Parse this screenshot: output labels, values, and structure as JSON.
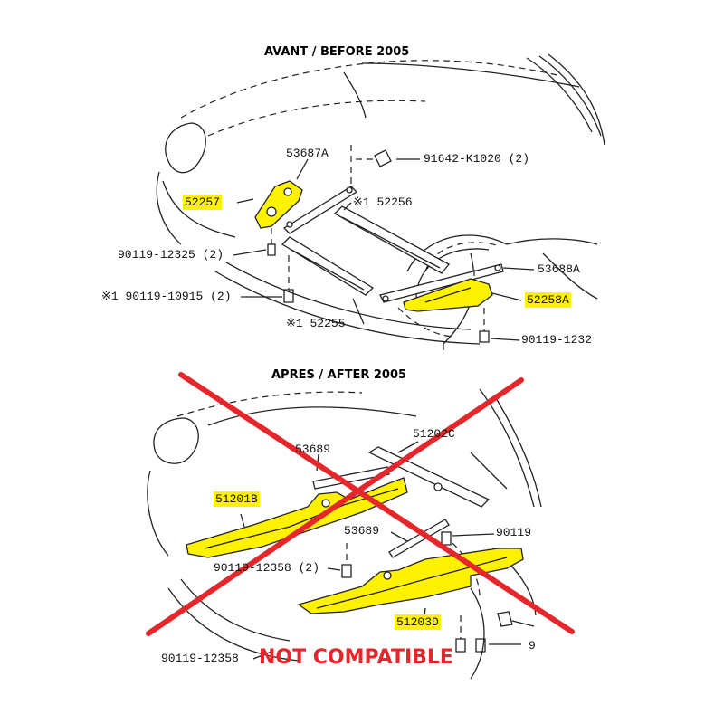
{
  "diagram_top": {
    "heading": "AVANT / BEFORE 2005",
    "labels": {
      "p53687a": "53687A",
      "p91642": "91642-K1020 (2)",
      "p52257": "52257",
      "p52256": "※1 52256",
      "p90119_12325": "90119-12325 (2)",
      "p90119_10915": "※1 90119-10915 (2)",
      "p53688a": "53688A",
      "p52258a": "52258A",
      "p152255": "※1 52255",
      "p90119_1232": "90119-1232"
    }
  },
  "diagram_bottom": {
    "heading": "APRES / AFTER 2005",
    "labels": {
      "p51202c": "51202C",
      "p53689a": "53689",
      "p51201b": "51201B",
      "p53689b": "53689",
      "p90119r": "90119",
      "p90119_12358_2": "90119-12358 (2)",
      "p51203d": "51203D",
      "p9a": "9",
      "p90119_12358": "90119-12358"
    },
    "warning": "NOT COMPATIBLE"
  },
  "colors": {
    "highlight": "#fff200",
    "cross": "#e5262a",
    "line": "#222222"
  }
}
